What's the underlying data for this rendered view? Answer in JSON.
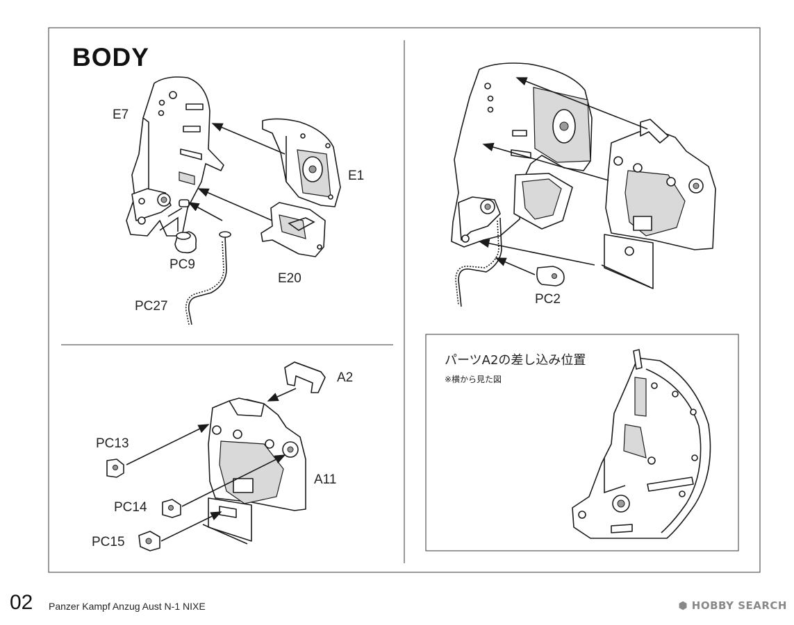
{
  "section_title": "BODY",
  "labels": {
    "e7": "E7",
    "e1": "E1",
    "e20": "E20",
    "pc9": "PC9",
    "pc27": "PC27",
    "pc2": "PC2",
    "a2": "A2",
    "a11": "A11",
    "pc13": "PC13",
    "pc14": "PC14",
    "pc15": "PC15"
  },
  "inset": {
    "title": "パーツA2の差し込み位置",
    "note": "※横から見た図"
  },
  "footer": {
    "page_number": "02",
    "model_name": "Panzer Kampf Anzug Aust N-1 NIXE",
    "watermark": "HOBBY SEARCH"
  }
}
